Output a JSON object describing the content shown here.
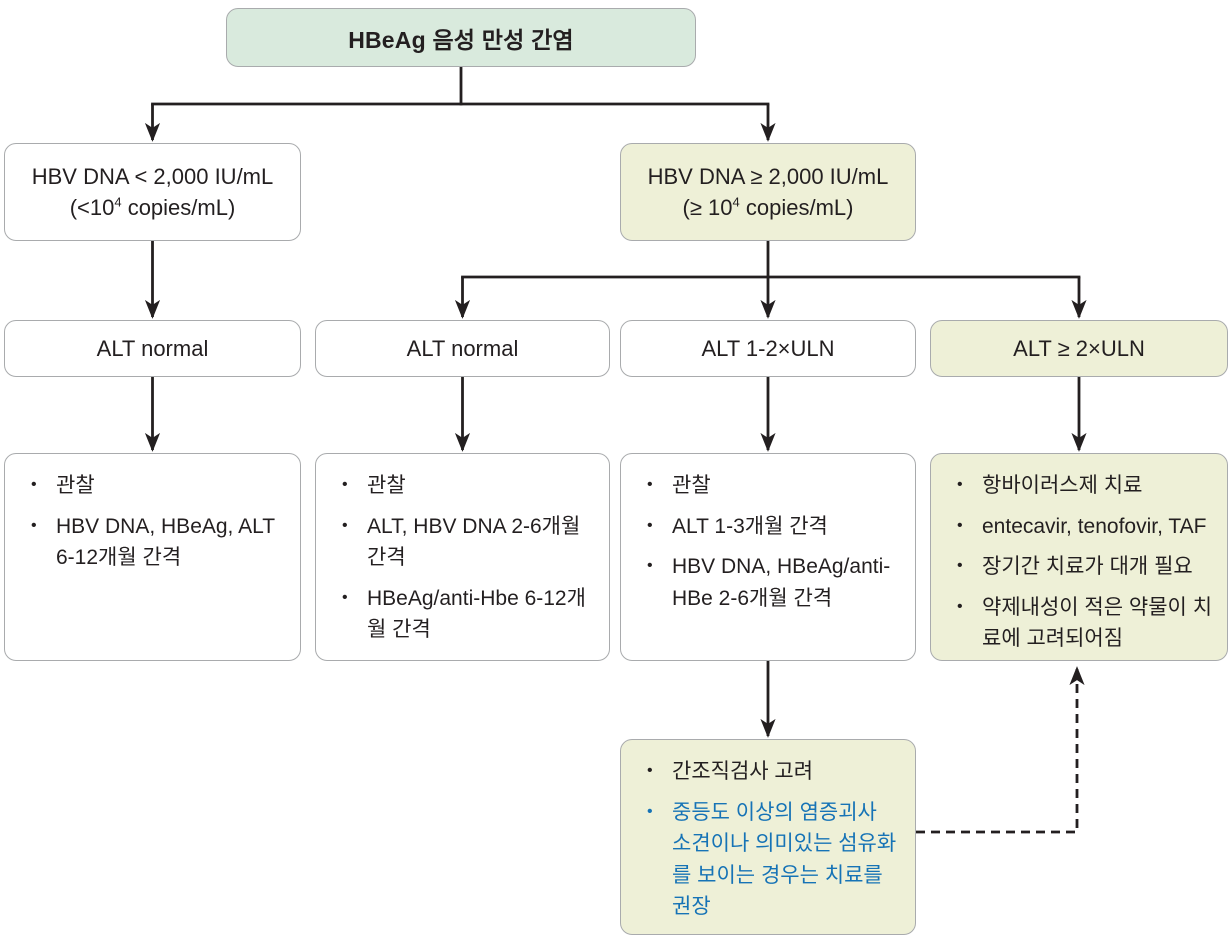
{
  "diagram_title": "HBeAg 음성 만성 간염",
  "colors": {
    "mint_green": "#d9eadd",
    "lime_green": "#eef0d7",
    "box_border": "#a9abad",
    "text": "#231f20",
    "emphasis_blue": "#1673b6",
    "arrow": "#231f20",
    "background": "#ffffff"
  },
  "nodes": {
    "root": {
      "label": "HBeAg 음성 만성 간염"
    },
    "dna_low": {
      "line1": "HBV DNA < 2,000 IU/mL",
      "line2_open": "(<10",
      "line2_sup": "4",
      "line2_close": " copies/mL)"
    },
    "dna_high": {
      "line1": "HBV DNA ≥ 2,000 IU/mL",
      "line2_open": "(≥ 10",
      "line2_sup": "4",
      "line2_close": " copies/mL)"
    },
    "alt_labels": [
      "ALT normal",
      "ALT normal",
      "ALT 1-2×ULN",
      "ALT ≥ 2×ULN"
    ],
    "plans": [
      {
        "bullets": [
          "관찰",
          "HBV DNA, HBeAg, ALT 6-12개월 간격"
        ]
      },
      {
        "bullets": [
          "관찰",
          "ALT, HBV DNA 2-6개월 간격",
          "HBeAg/anti-Hbe 6-12개월 간격"
        ]
      },
      {
        "bullets": [
          "관찰",
          "ALT 1-3개월 간격",
          "HBV DNA, HBeAg/anti-HBe 2-6개월 간격"
        ]
      },
      {
        "bullets": [
          "항바이러스제 치료",
          "entecavir, tenofovir, TAF",
          "장기간 치료가 대개 필요",
          "약제내성이 적은 약물이 치료에 고려되어짐"
        ]
      }
    ],
    "biopsy": {
      "bullets": [
        {
          "text": "간조직검사 고려",
          "emphasis": false
        },
        {
          "text": "중등도 이상의 염증괴사 소견이나 의미있는 섬유화를 보이는 경우는 치료를 권장",
          "emphasis": true
        }
      ]
    }
  }
}
